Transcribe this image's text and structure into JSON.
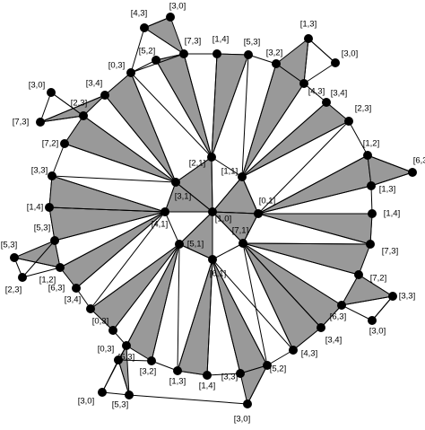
{
  "figure": {
    "colors": {
      "background": "#ffffff",
      "shaded_face": "#999999",
      "stroke": "#000000",
      "vertex": "#000000"
    }
  },
  "vertices": [
    {
      "id": "c",
      "label": "[1,0]"
    },
    {
      "id": "i01",
      "label": "[0,1]"
    },
    {
      "id": "i11",
      "label": "[1,1]"
    },
    {
      "id": "i21",
      "label": "[2,1]"
    },
    {
      "id": "i31",
      "label": "[3,1]"
    },
    {
      "id": "i41",
      "label": "[4,1]"
    },
    {
      "id": "i51",
      "label": "[5,1]"
    },
    {
      "id": "i61",
      "label": "[6,1]"
    },
    {
      "id": "i71",
      "label": "[7,1]"
    },
    {
      "id": "r14",
      "label": "[1,4]"
    },
    {
      "id": "r73",
      "label": "[7,3]"
    },
    {
      "id": "r72",
      "label": "[7,2]"
    },
    {
      "id": "r63",
      "label": "[6,3]"
    },
    {
      "id": "r34",
      "label": "[3,4]"
    },
    {
      "id": "r43",
      "label": "[4,3]"
    },
    {
      "id": "r52",
      "label": "[5,2]"
    },
    {
      "id": "r33",
      "label": "[3,3]"
    },
    {
      "id": "b14",
      "label": "[1,4]"
    },
    {
      "id": "r13",
      "label": "[1,3]"
    },
    {
      "id": "r32",
      "label": "[3,2]"
    },
    {
      "id": "b53",
      "label": "[5,3]"
    },
    {
      "id": "r03",
      "label": "[0,3]"
    },
    {
      "id": "b34",
      "label": "[3,4]"
    },
    {
      "id": "b63",
      "label": "[6,3]"
    },
    {
      "id": "r12",
      "label": "[1,2]"
    },
    {
      "id": "r53",
      "label": "[5,3]"
    },
    {
      "id": "l14",
      "label": "[1,4]"
    },
    {
      "id": "l33",
      "label": "[3,3]"
    },
    {
      "id": "l72",
      "label": "[7,2]"
    },
    {
      "id": "l23",
      "label": "[2,3]"
    },
    {
      "id": "l34",
      "label": "[3,4]"
    },
    {
      "id": "t03",
      "label": "[0,3]"
    },
    {
      "id": "t52",
      "label": "[5,2]"
    },
    {
      "id": "t73",
      "label": "[7,3]"
    },
    {
      "id": "t14",
      "label": "[1,4]"
    },
    {
      "id": "t53",
      "label": "[5,3]"
    },
    {
      "id": "t32",
      "label": "[3,2]"
    },
    {
      "id": "t43",
      "label": "[4,3]"
    },
    {
      "id": "t34",
      "label": "[3,4]"
    },
    {
      "id": "t23",
      "label": "[2,3]"
    },
    {
      "id": "t12",
      "label": "[1,2]"
    },
    {
      "id": "t13r",
      "label": "[1,3]"
    },
    {
      "id": "o43",
      "label": "[4,3]"
    },
    {
      "id": "o30a",
      "label": "[3,0]"
    },
    {
      "id": "o13",
      "label": "[1,3]"
    },
    {
      "id": "o30b",
      "label": "[3,0]"
    },
    {
      "id": "o30c",
      "label": "[3,0]"
    },
    {
      "id": "o73",
      "label": "[7,3]"
    },
    {
      "id": "o63",
      "label": "[6,3]"
    },
    {
      "id": "o53",
      "label": "[5,3]"
    },
    {
      "id": "o23",
      "label": "[2,3]"
    },
    {
      "id": "o33",
      "label": "[3,3]"
    },
    {
      "id": "o30d",
      "label": "[3,0]"
    },
    {
      "id": "o03",
      "label": "[0,3]"
    },
    {
      "id": "o30e",
      "label": "[3,0]"
    },
    {
      "id": "o30f",
      "label": "[3,0]"
    },
    {
      "id": "o53b",
      "label": "[5,3]"
    }
  ]
}
